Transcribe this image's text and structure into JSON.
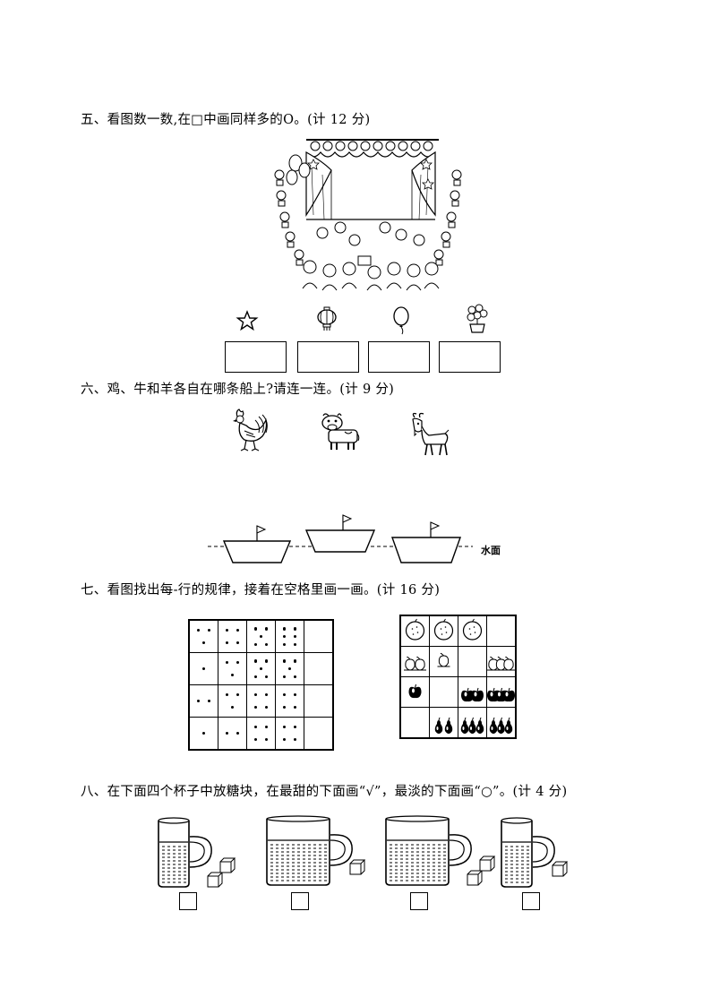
{
  "q5": {
    "title": "五、看图数一数,在□中画同样多的O。(计 12 分)",
    "icons": [
      "star-icon",
      "lantern-icon",
      "balloon-icon",
      "flower-pot-icon"
    ]
  },
  "q6": {
    "title": "六、鸡、牛和羊各自在哪条船上?请连一连。(计 9 分)",
    "animals": [
      "rooster",
      "cow",
      "goat"
    ],
    "water_label": "水面"
  },
  "q7": {
    "title": "七、看图找出每-行的规律，接着在空格里画一画。(计 16 分)",
    "dot_grid": [
      [
        3,
        4,
        5,
        6,
        0
      ],
      [
        1,
        3,
        5,
        5,
        0
      ],
      [
        2,
        3,
        4,
        4,
        0
      ],
      [
        1,
        2,
        4,
        4,
        0
      ]
    ],
    "fruit_grid": [
      [
        "orange",
        "orange",
        "orange",
        "empty"
      ],
      [
        "peach-2",
        "peach-1",
        "empty",
        "peach-3"
      ],
      [
        "apple-1",
        "empty",
        "apple-2",
        "apple-3"
      ],
      [
        "empty",
        "pear-2",
        "pear-3",
        "pear-3"
      ]
    ]
  },
  "q8": {
    "title": "八、在下面四个杯子中放糖块，在最甜的下面画“√”，最淡的下面画“○”。(计 4 分)",
    "cups": [
      {
        "size": "small",
        "sugar_cubes": 2
      },
      {
        "size": "large",
        "sugar_cubes": 1
      },
      {
        "size": "large",
        "sugar_cubes": 2
      },
      {
        "size": "small",
        "sugar_cubes": 1
      }
    ]
  }
}
